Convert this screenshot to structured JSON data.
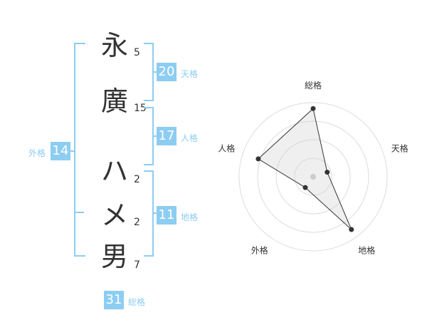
{
  "name": {
    "characters": [
      {
        "char": "永",
        "strokes": "5"
      },
      {
        "char": "廣",
        "strokes": "15"
      },
      {
        "char": "ハ",
        "strokes": "2"
      },
      {
        "char": "メ",
        "strokes": "2"
      },
      {
        "char": "男",
        "strokes": "7"
      }
    ]
  },
  "kaku": {
    "tenkaku": {
      "value": "20",
      "label": "天格"
    },
    "jinkaku": {
      "value": "17",
      "label": "人格"
    },
    "chikaku": {
      "value": "11",
      "label": "地格"
    },
    "gaikaku": {
      "value": "14",
      "label": "外格"
    },
    "soukaku": {
      "value": "31",
      "label": "総格"
    }
  },
  "chart_data": {
    "type": "radar",
    "axes": [
      "総格",
      "天格",
      "地格",
      "外格",
      "人格"
    ],
    "values": [
      0.92,
      0.2,
      0.88,
      0.18,
      0.78
    ],
    "range": [
      0,
      1
    ],
    "rings": 4
  }
}
